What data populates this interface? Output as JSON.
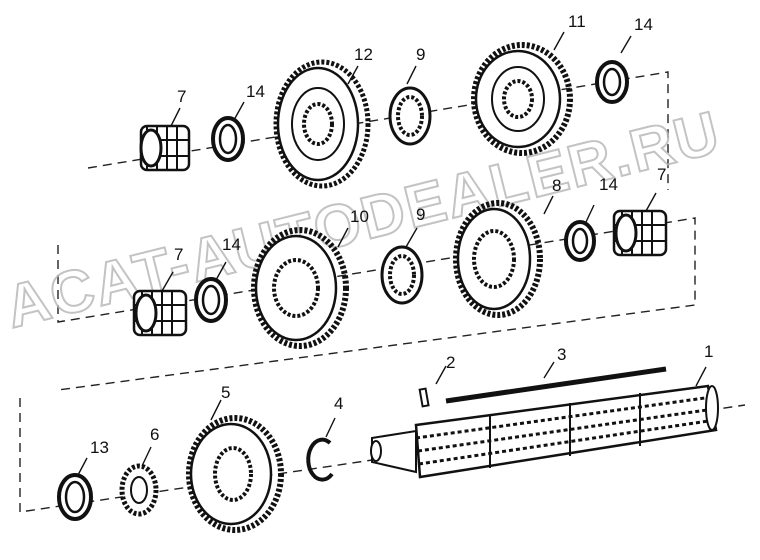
{
  "watermark": "ACAT-AUTODEALER.RU",
  "callouts": {
    "c1": "1",
    "c2": "2",
    "c3": "3",
    "c4": "4",
    "c5": "5",
    "c6": "6",
    "c7a": "7",
    "c7b": "7",
    "c7c": "7",
    "c8": "8",
    "c9a": "9",
    "c9b": "9",
    "c10": "10",
    "c11": "11",
    "c12": "12",
    "c13": "13",
    "c14a": "14",
    "c14b": "14",
    "c14c": "14",
    "c14d": "14"
  }
}
